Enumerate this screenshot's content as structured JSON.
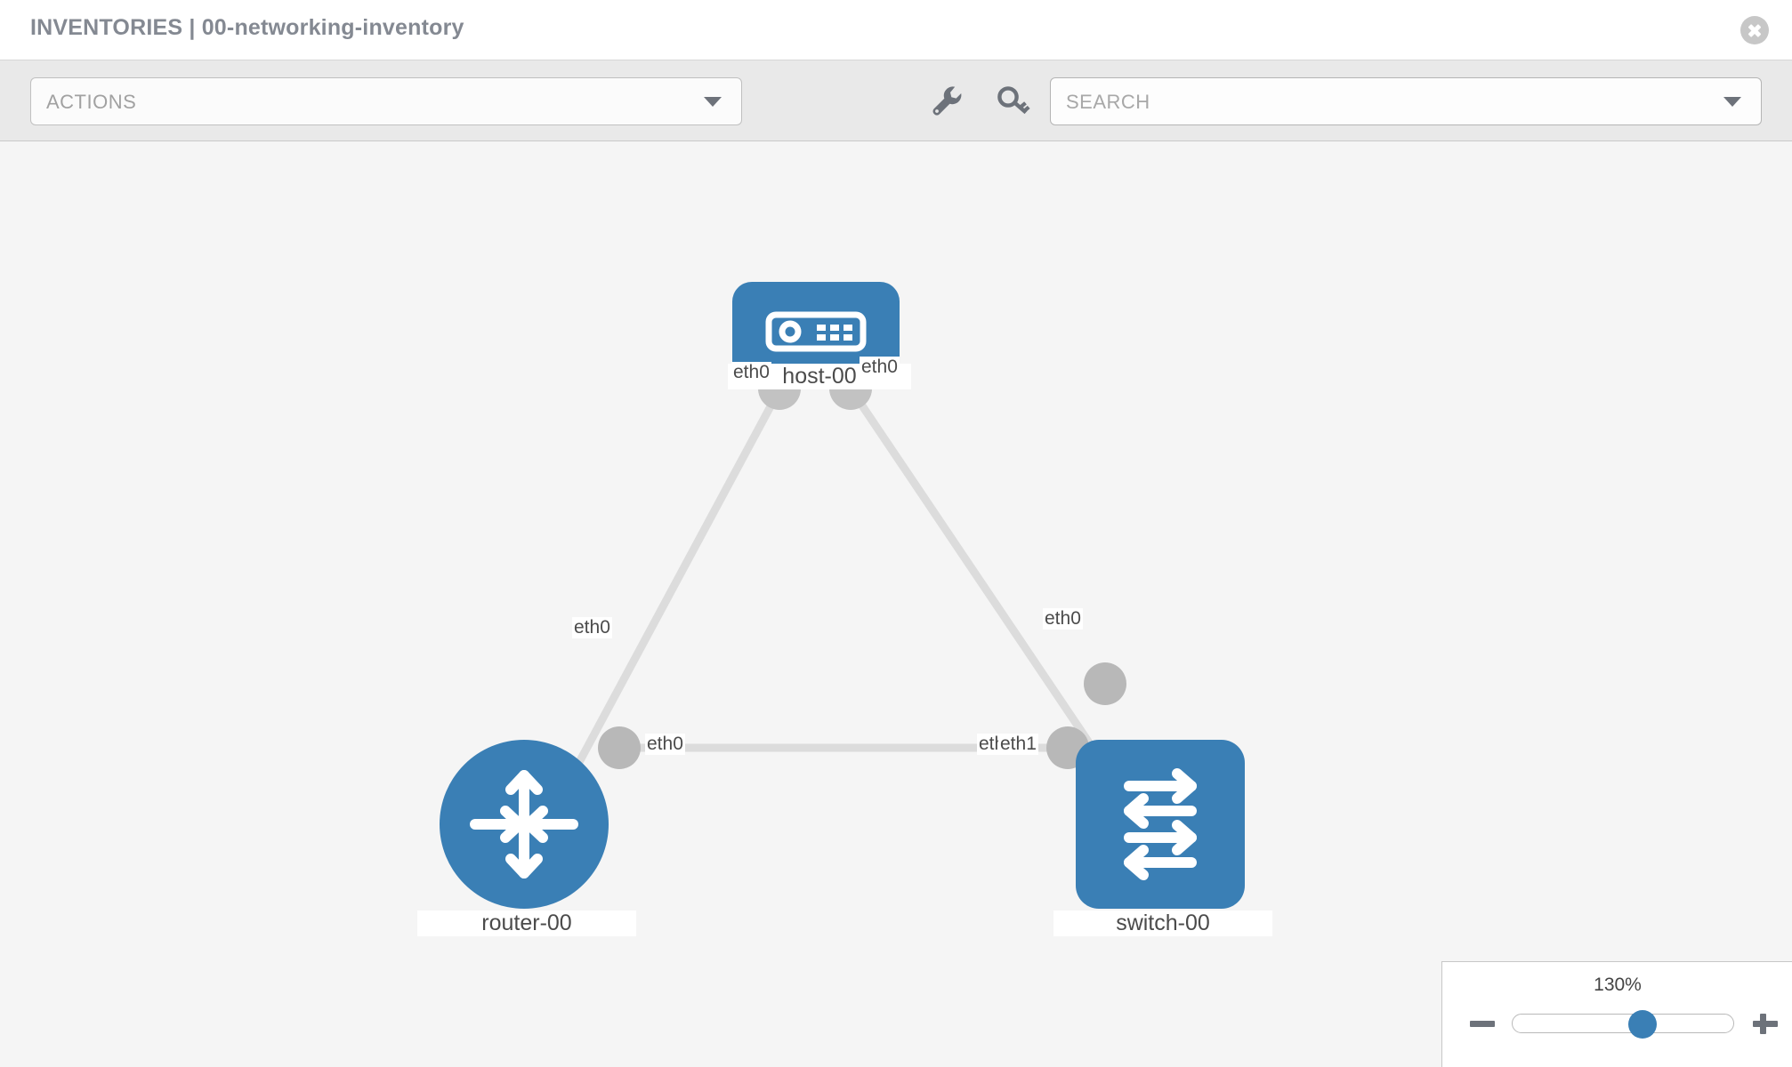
{
  "header": {
    "title": "INVENTORIES | 00-networking-inventory",
    "close_icon": "close-circle-icon"
  },
  "toolbar": {
    "actions_label": "ACTIONS",
    "actions_caret_icon": "chevron-down-icon",
    "wrench_icon": "wrench-icon",
    "key_icon": "key-icon",
    "search_placeholder": "SEARCH",
    "search_caret_icon": "chevron-down-icon"
  },
  "topology": {
    "background": "#f5f5f5",
    "node_color": "#3a7fb5",
    "link_color": "#dcdcdc",
    "handle_color": "#b8b8b8",
    "nodes": [
      {
        "id": "host-00",
        "label": "host-00",
        "icon": "server-icon",
        "shape": "rounded-rect"
      },
      {
        "id": "router-00",
        "label": "router-00",
        "icon": "router-arrows-icon",
        "shape": "circle"
      },
      {
        "id": "switch-00",
        "label": "switch-00",
        "icon": "switch-arrows-icon",
        "shape": "rounded-square"
      }
    ],
    "links": [
      {
        "from": "host-00",
        "from_port": "eth0",
        "to": "router-00",
        "to_port": "eth0"
      },
      {
        "from": "host-00",
        "from_port": "eth0",
        "to": "switch-00",
        "to_port": "eth0"
      },
      {
        "from": "router-00",
        "from_port": "eth0",
        "to": "switch-00",
        "to_port": "eth1"
      }
    ],
    "edge_labels": {
      "host_left": "eth0",
      "host_right": "eth0",
      "router_up": "eth0",
      "switch_up": "eth0",
      "router_right": "eth0",
      "switch_left_overlap": "eth",
      "switch_left": "eth1"
    }
  },
  "zoom_control": {
    "value": "130%",
    "minus_icon": "minus-icon",
    "plus_icon": "plus-icon",
    "thumb_position_percent": 59
  }
}
